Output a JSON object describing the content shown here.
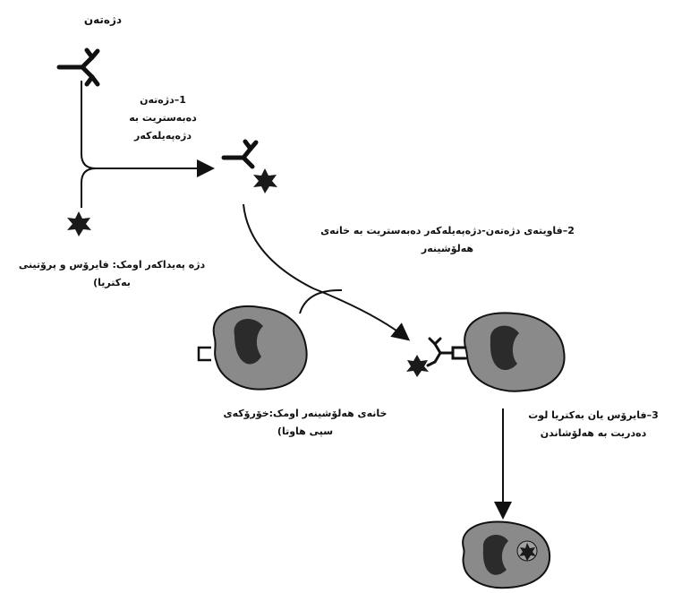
{
  "title": "دژەتەن",
  "labels": {
    "step1": [
      "1–دژەتەن",
      "دەبەستریت بە",
      "دژەپەیلەکەر"
    ],
    "antigen": [
      "دژە پەیداکەر اومک: فایرۆس و پرۆتینی",
      "بەکتریا)"
    ],
    "step2": [
      "2–فاویتەی دژەتەن-دژەپەیلەکەر دەبەستریت بە خانەی",
      "هەلۆشینەر"
    ],
    "phagocyte": [
      "خانەی هەلۆشینەر اومک:خۆرۆکەی",
      "سپی هاوتا)"
    ],
    "step3": [
      "3–فایرۆس یان بەکتریا لوت",
      "دەدریت بە هەلۆشاندن"
    ]
  },
  "colors": {
    "stroke": "#111111",
    "cell_body": "#8a8a8a",
    "nucleus": "#2b2b2b",
    "star": "#1a1a1a"
  },
  "icons": [
    "antibody-icon",
    "antigen-star-icon",
    "phagocyte-cell-icon",
    "complex-icon"
  ]
}
